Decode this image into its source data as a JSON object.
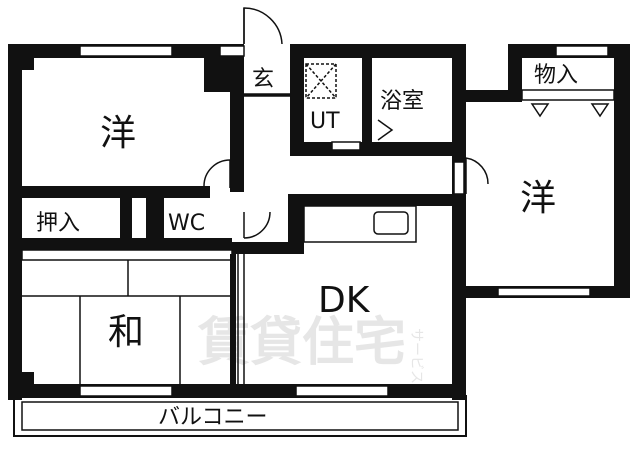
{
  "rooms": {
    "western_1": "洋",
    "western_2": "洋",
    "japanese": "和",
    "dining_kitchen": "DK",
    "entrance": "玄",
    "utility": "UT",
    "bathroom": "浴室",
    "toilet": "WC",
    "closet_oshiire": "押入",
    "storage": "物入",
    "balcony": "バルコニー"
  },
  "watermark": {
    "main": "賃貸住宅",
    "side": "サービス"
  }
}
